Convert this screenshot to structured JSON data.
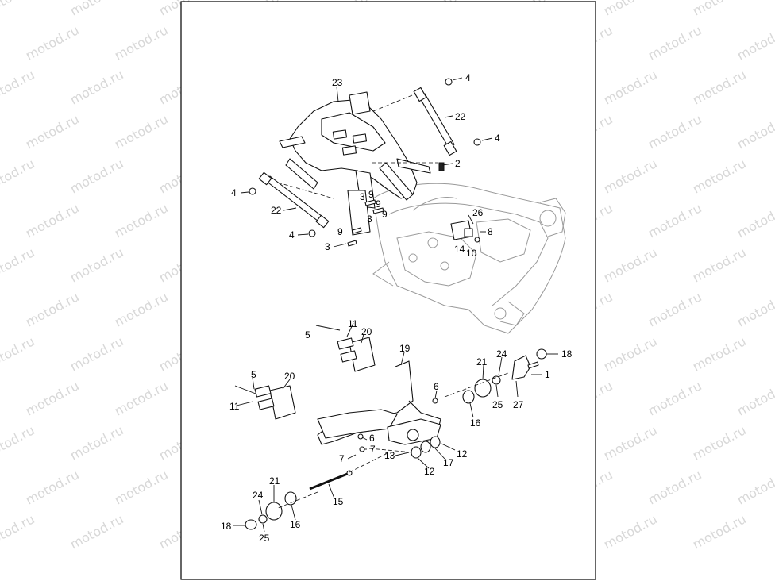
{
  "watermark": {
    "text": "motod.ru"
  },
  "callouts": [
    {
      "id": "c23a",
      "label": "23"
    },
    {
      "id": "c4a",
      "label": "4"
    },
    {
      "id": "c22a",
      "label": "22"
    },
    {
      "id": "c4b",
      "label": "4"
    },
    {
      "id": "c2",
      "label": "2"
    },
    {
      "id": "c4c",
      "label": "4"
    },
    {
      "id": "c22b",
      "label": "22"
    },
    {
      "id": "c3a",
      "label": "3"
    },
    {
      "id": "c9a",
      "label": "9"
    },
    {
      "id": "c9b",
      "label": "9"
    },
    {
      "id": "c3b",
      "label": "3"
    },
    {
      "id": "c9c",
      "label": "9"
    },
    {
      "id": "c4d",
      "label": "4"
    },
    {
      "id": "c9d",
      "label": "9"
    },
    {
      "id": "c3c",
      "label": "3"
    },
    {
      "id": "c26",
      "label": "26"
    },
    {
      "id": "c8",
      "label": "8"
    },
    {
      "id": "c14",
      "label": "14"
    },
    {
      "id": "c10",
      "label": "10"
    },
    {
      "id": "c11a",
      "label": "11"
    },
    {
      "id": "c5a",
      "label": "5"
    },
    {
      "id": "c20a",
      "label": "20"
    },
    {
      "id": "c19",
      "label": "19"
    },
    {
      "id": "c24a",
      "label": "24"
    },
    {
      "id": "c18a",
      "label": "18"
    },
    {
      "id": "c21a",
      "label": "21"
    },
    {
      "id": "c1",
      "label": "1"
    },
    {
      "id": "c5b",
      "label": "5"
    },
    {
      "id": "c20b",
      "label": "20"
    },
    {
      "id": "c6a",
      "label": "6"
    },
    {
      "id": "c25a",
      "label": "25"
    },
    {
      "id": "c27",
      "label": "27"
    },
    {
      "id": "c11b",
      "label": "11"
    },
    {
      "id": "c16a",
      "label": "16"
    },
    {
      "id": "c6b",
      "label": "6"
    },
    {
      "id": "c7a",
      "label": "7"
    },
    {
      "id": "c12a",
      "label": "12"
    },
    {
      "id": "c13",
      "label": "13"
    },
    {
      "id": "c7b",
      "label": "7"
    },
    {
      "id": "c17",
      "label": "17"
    },
    {
      "id": "c12b",
      "label": "12"
    },
    {
      "id": "c21b",
      "label": "21"
    },
    {
      "id": "c24b",
      "label": "24"
    },
    {
      "id": "c15",
      "label": "15"
    },
    {
      "id": "c18b",
      "label": "18"
    },
    {
      "id": "c16b",
      "label": "16"
    },
    {
      "id": "c25b",
      "label": "25"
    }
  ]
}
